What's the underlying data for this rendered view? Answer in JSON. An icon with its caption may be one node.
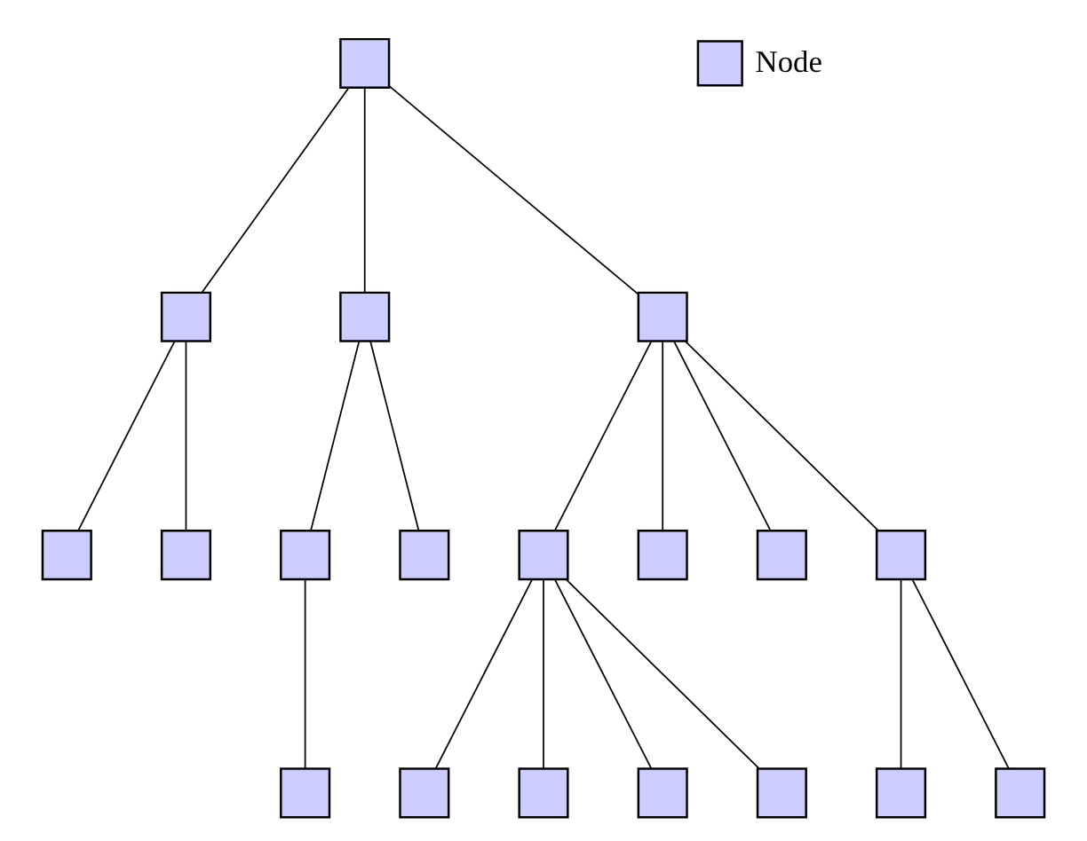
{
  "diagram": {
    "nodes": [
      {
        "text": [],
        "shape": "box"
      },
      {
        "text": [],
        "shape": "box"
      },
      {
        "text": [],
        "shape": "box"
      },
      {
        "text": [],
        "shape": "box"
      },
      {
        "text": [],
        "shape": "box"
      },
      {
        "text": [],
        "shape": "box"
      },
      {
        "text": [],
        "shape": "box"
      },
      {
        "text": [],
        "shape": "box"
      },
      {
        "text": [],
        "shape": "box"
      },
      {
        "text": [],
        "shape": "box"
      },
      {
        "text": [],
        "shape": "box"
      },
      {
        "text": [],
        "shape": "box"
      },
      {
        "text": [],
        "shape": "box"
      },
      {
        "text": [],
        "shape": "box"
      },
      {
        "text": [],
        "shape": "box"
      },
      {
        "text": [],
        "shape": "box"
      },
      {
        "text": [],
        "shape": "box"
      },
      {
        "text": [],
        "shape": "box"
      },
      {
        "text": [],
        "shape": "box"
      }
    ],
    "edges": [
      {
        "from": 0,
        "to": 1,
        "arrow": "none"
      },
      {
        "from": 0,
        "to": 2,
        "arrow": "none"
      },
      {
        "from": 0,
        "to": 3,
        "arrow": "none"
      },
      {
        "from": 1,
        "to": 4,
        "arrow": "none"
      },
      {
        "from": 1,
        "to": 5,
        "arrow": "none"
      },
      {
        "from": 2,
        "to": 6,
        "arrow": "none"
      },
      {
        "from": 2,
        "to": 7,
        "arrow": "none"
      },
      {
        "from": 3,
        "to": 8,
        "arrow": "none"
      },
      {
        "from": 3,
        "to": 9,
        "arrow": "none"
      },
      {
        "from": 3,
        "to": 10,
        "arrow": "none"
      },
      {
        "from": 3,
        "to": 11,
        "arrow": "none"
      },
      {
        "from": 6,
        "to": 12,
        "arrow": "none"
      },
      {
        "from": 8,
        "to": 13,
        "arrow": "none"
      },
      {
        "from": 8,
        "to": 14,
        "arrow": "none"
      },
      {
        "from": 8,
        "to": 15,
        "arrow": "none"
      },
      {
        "from": 8,
        "to": 16,
        "arrow": "none"
      },
      {
        "from": 11,
        "to": 17,
        "arrow": "none"
      },
      {
        "from": 11,
        "to": 18,
        "arrow": "none"
      }
    ],
    "legend": [
      {
        "text": "Node",
        "color": "#ccccff"
      }
    ]
  }
}
